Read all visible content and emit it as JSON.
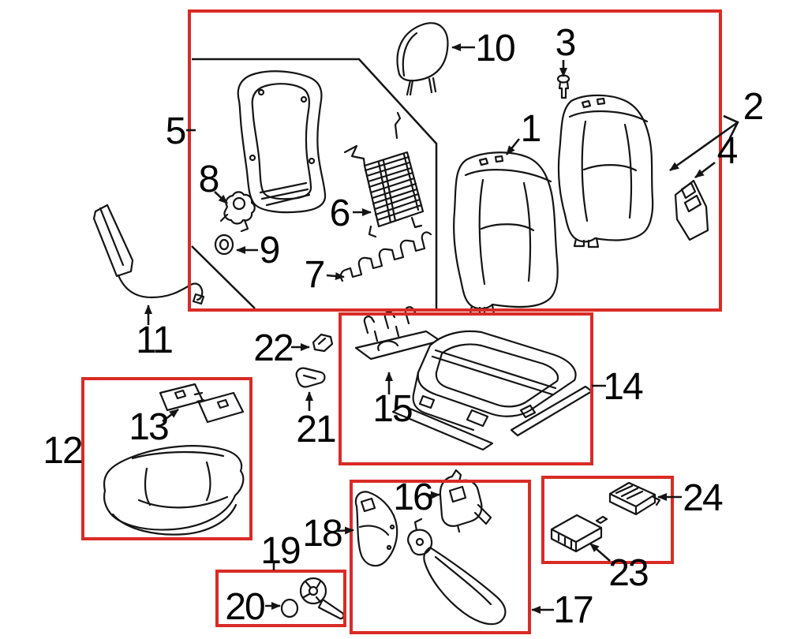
{
  "colors": {
    "box_border": "#d92b26",
    "line": "#141414",
    "label": "#000000",
    "background": "#ffffff"
  },
  "labels": [
    {
      "id": "1",
      "text": "1"
    },
    {
      "id": "2",
      "text": "2"
    },
    {
      "id": "3",
      "text": "3"
    },
    {
      "id": "4",
      "text": "4"
    },
    {
      "id": "5",
      "text": "5"
    },
    {
      "id": "6",
      "text": "6"
    },
    {
      "id": "7",
      "text": "7"
    },
    {
      "id": "8",
      "text": "8"
    },
    {
      "id": "9",
      "text": "9"
    },
    {
      "id": "10",
      "text": "10"
    },
    {
      "id": "11",
      "text": "11"
    },
    {
      "id": "12",
      "text": "12"
    },
    {
      "id": "13",
      "text": "13"
    },
    {
      "id": "14",
      "text": "14"
    },
    {
      "id": "15",
      "text": "15"
    },
    {
      "id": "16",
      "text": "16"
    },
    {
      "id": "17",
      "text": "17"
    },
    {
      "id": "18",
      "text": "18"
    },
    {
      "id": "19",
      "text": "19"
    },
    {
      "id": "20",
      "text": "20"
    },
    {
      "id": "21",
      "text": "21"
    },
    {
      "id": "22",
      "text": "22"
    },
    {
      "id": "23",
      "text": "23"
    },
    {
      "id": "24",
      "text": "24"
    }
  ]
}
